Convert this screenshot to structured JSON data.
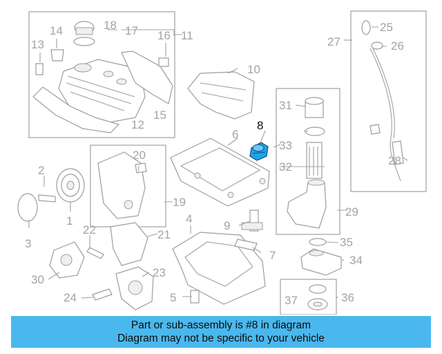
{
  "callouts": {
    "c1": "1",
    "c2": "2",
    "c3": "3",
    "c4": "4",
    "c5": "5",
    "c6": "6",
    "c7": "7",
    "c8": "8",
    "c9": "9",
    "c10": "10",
    "c11": "11",
    "c12": "12",
    "c13": "13",
    "c14": "14",
    "c15": "15",
    "c16": "16",
    "c17": "17",
    "c18": "18",
    "c19": "19",
    "c20": "20",
    "c21": "21",
    "c22": "22",
    "c23": "23",
    "c24": "24",
    "c25": "25",
    "c26": "26",
    "c27": "27",
    "c28": "28",
    "c29": "29",
    "c30": "30",
    "c31": "31",
    "c32": "32",
    "c33": "33",
    "c34": "34",
    "c35": "35",
    "c36": "36",
    "c37": "37"
  },
  "highlight_color": "#1fa3e8",
  "banner": {
    "line1": "Part or sub-assembly is #8 in diagram",
    "line2": "Diagram may not be specific to your vehicle",
    "background": "#4ab8ee"
  }
}
